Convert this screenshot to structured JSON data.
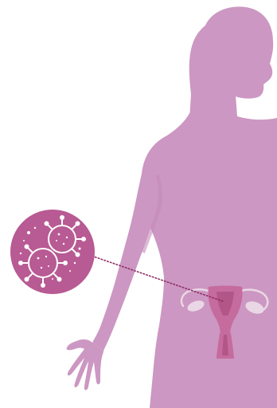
{
  "illustration": {
    "subject": "human-silhouette",
    "focus_organ": "uterus",
    "callout_content": "virus-particles"
  },
  "colors": {
    "background": "#ffffff",
    "body": "#cc97c2",
    "body_shadow": "#c48bb9",
    "uterus": "#c66b9d",
    "uterus_inner": "#b25587",
    "ovary": "#ead7e5",
    "callout_bg": "#b85a93",
    "virus_line": "#ffffff",
    "pointer_line": "#8e2e64"
  }
}
